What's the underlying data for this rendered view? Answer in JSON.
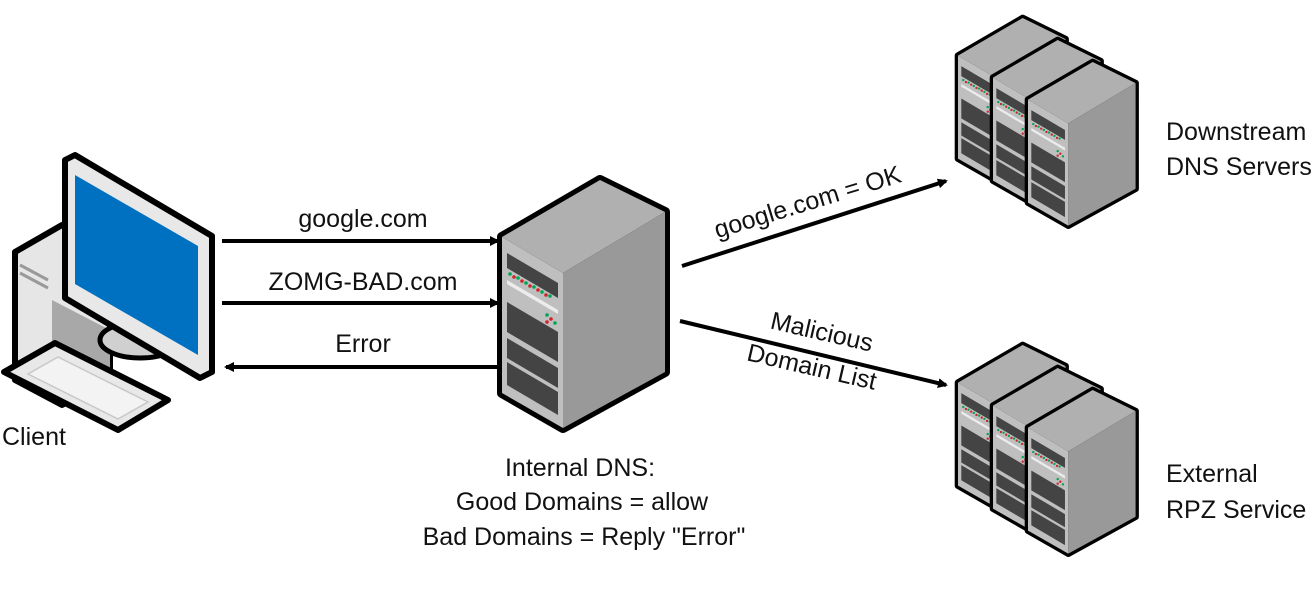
{
  "nodes": {
    "client": {
      "label": "Client"
    },
    "internal_dns": {
      "lines": [
        "Internal DNS:",
        "Good Domains = allow",
        "Bad Domains = Reply \"Error\""
      ]
    },
    "downstream": {
      "lines": [
        "Downstream",
        "DNS Servers"
      ]
    },
    "external_rpz": {
      "lines": [
        "External",
        "RPZ Service"
      ]
    }
  },
  "edges": {
    "query_good": "google.com",
    "query_bad": "ZOMG-BAD.com",
    "reply_error": "Error",
    "forward_ok": "google.com = OK",
    "malicious_list": [
      "Malicious",
      "Domain List"
    ]
  },
  "colors": {
    "screen": "#0070c0",
    "led_green": "#00a651",
    "led_red": "#d2232a",
    "server_front": "#bfbfbf",
    "server_side": "#999999",
    "server_top": "#b0b0b0"
  }
}
